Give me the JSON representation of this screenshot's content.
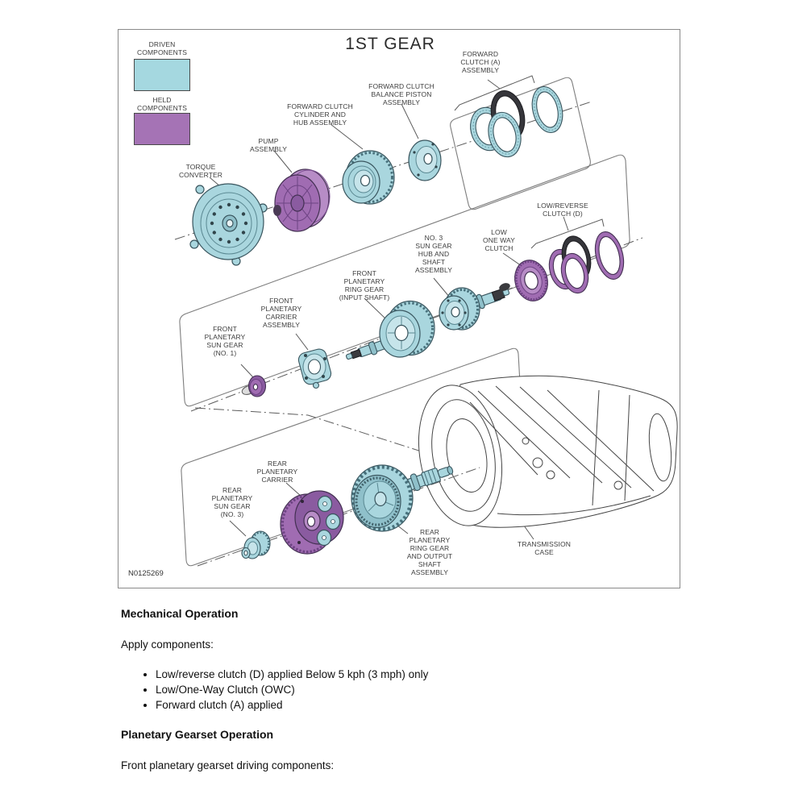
{
  "figure": {
    "title": "1ST GEAR",
    "figure_id": "N0125269",
    "legend": [
      {
        "label": "DRIVEN\nCOMPONENTS",
        "color": "#a5d8e0"
      },
      {
        "label": "HELD\nCOMPONENTS",
        "color": "#a573b5"
      }
    ],
    "labels": [
      {
        "id": "forward-clutch-a-assembly",
        "text": "FORWARD\nCLUTCH (A)\nASSEMBLY"
      },
      {
        "id": "forward-clutch-balance-piston",
        "text": "FORWARD CLUTCH\nBALANCE PISTON\nASSEMBLY"
      },
      {
        "id": "forward-clutch-cylinder-hub",
        "text": "FORWARD CLUTCH\nCYLINDER AND\nHUB ASSEMBLY"
      },
      {
        "id": "pump-assembly",
        "text": "PUMP\nASSEMBLY"
      },
      {
        "id": "torque-converter",
        "text": "TORQUE\nCONVERTER"
      },
      {
        "id": "low-reverse-clutch-d",
        "text": "LOW/REVERSE\nCLUTCH (D)"
      },
      {
        "id": "low-one-way-clutch",
        "text": "LOW\nONE WAY\nCLUTCH"
      },
      {
        "id": "no3-sun-gear-hub-shaft",
        "text": "NO. 3\nSUN GEAR\nHUB AND\nSHAFT\nASSEMBLY"
      },
      {
        "id": "front-planetary-ring-gear",
        "text": "FRONT\nPLANETARY\nRING GEAR\n(INPUT SHAFT)"
      },
      {
        "id": "front-planetary-carrier",
        "text": "FRONT\nPLANETARY\nCARRIER\nASSEMBLY"
      },
      {
        "id": "front-planetary-sun-gear",
        "text": "FRONT\nPLANETARY\nSUN GEAR\n(NO. 1)"
      },
      {
        "id": "rear-planetary-carrier",
        "text": "REAR\nPLANETARY\nCARRIER"
      },
      {
        "id": "rear-planetary-sun-gear",
        "text": "REAR\nPLANETARY\nSUN GEAR\n(NO. 3)"
      },
      {
        "id": "rear-planetary-ring-gear-output",
        "text": "REAR\nPLANETARY\nRING GEAR\nAND OUTPUT\nSHAFT\nASSEMBLY"
      },
      {
        "id": "transmission-case",
        "text": "TRANSMISSION\nCASE"
      }
    ]
  },
  "body": {
    "heading_mechanical": "Mechanical Operation",
    "apply_intro": "Apply components:",
    "apply_items": [
      "Low/reverse clutch (D) applied Below 5 kph (3 mph) only",
      "Low/One-Way Clutch (OWC)",
      "Forward clutch (A) applied"
    ],
    "heading_planetary": "Planetary Gearset Operation",
    "planetary_intro": "Front planetary gearset driving components:"
  }
}
